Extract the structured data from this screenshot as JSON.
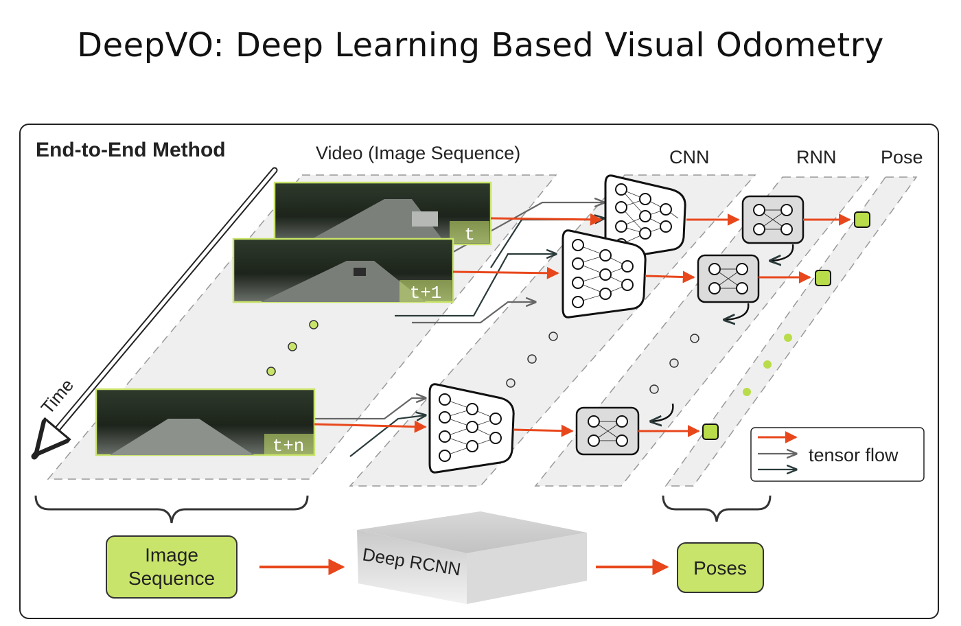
{
  "title": "DeepVO: Deep Learning Based Visual Odometry",
  "method_label": "End-to-End Method",
  "columns": {
    "video": "Video (Image Sequence)",
    "cnn": "CNN",
    "rnn": "RNN",
    "pose": "Pose"
  },
  "time_label": "Time",
  "frames": [
    "t",
    "t+1",
    "t+n"
  ],
  "legend": {
    "label": "tensor flow"
  },
  "bottom": {
    "image_sequence": "Image Sequence",
    "deep_rcnn": "Deep RCNN",
    "poses": "Poses"
  },
  "colors": {
    "arrow_red": "#e8471c",
    "arrow_gray": "#666666",
    "arrow_dark": "#2a3a3a",
    "box_green": "#c9e46a",
    "pose_green": "#b9dc4a",
    "rnn_fill": "#dcdcdc",
    "plane_fill": "#eeeeee"
  }
}
